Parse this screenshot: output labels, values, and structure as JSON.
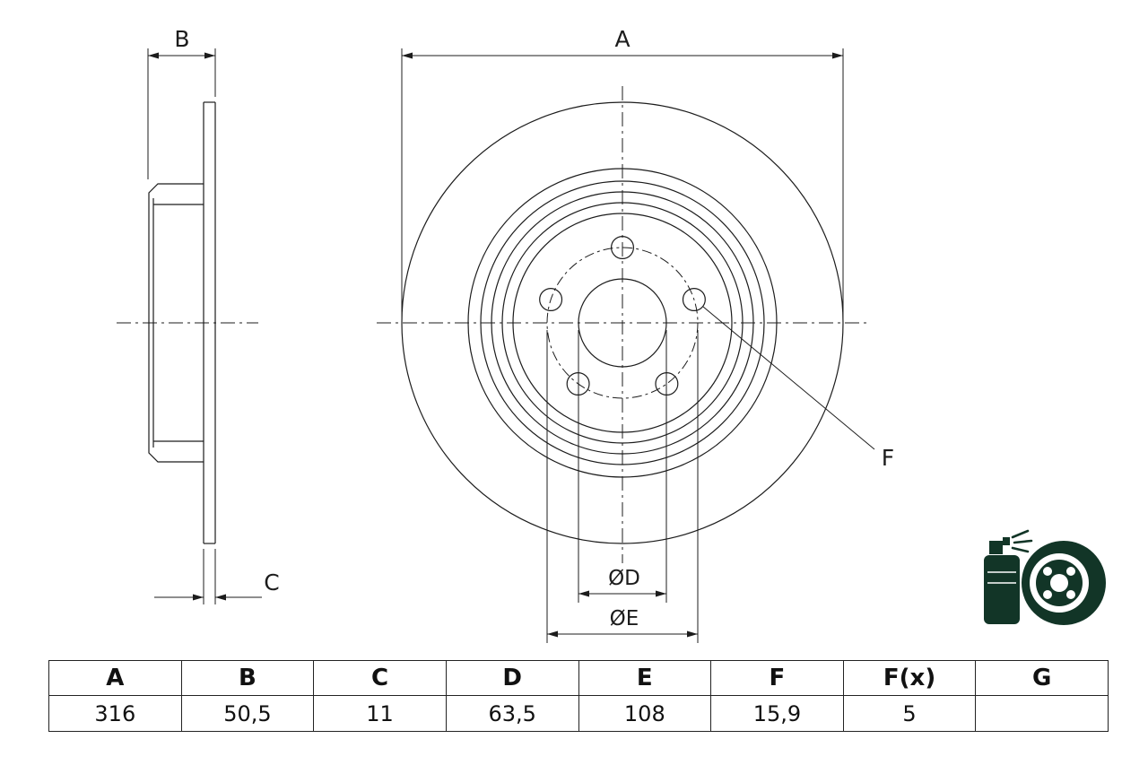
{
  "drawing": {
    "dim_labels": {
      "a": "A",
      "b": "B",
      "c": "C",
      "d": "ØD",
      "e": "ØE",
      "f": "F"
    }
  },
  "table": {
    "headers": [
      "A",
      "B",
      "C",
      "D",
      "E",
      "F",
      "F(x)",
      "G"
    ],
    "values": [
      "316",
      "50,5",
      "11",
      "63,5",
      "108",
      "15,9",
      "5",
      ""
    ]
  },
  "icons": {
    "bottom_right": "spray-can-coated-disc-icon"
  },
  "colors": {
    "line": "#1c1c1c",
    "icon": "#123527",
    "table_border": "#222222"
  }
}
